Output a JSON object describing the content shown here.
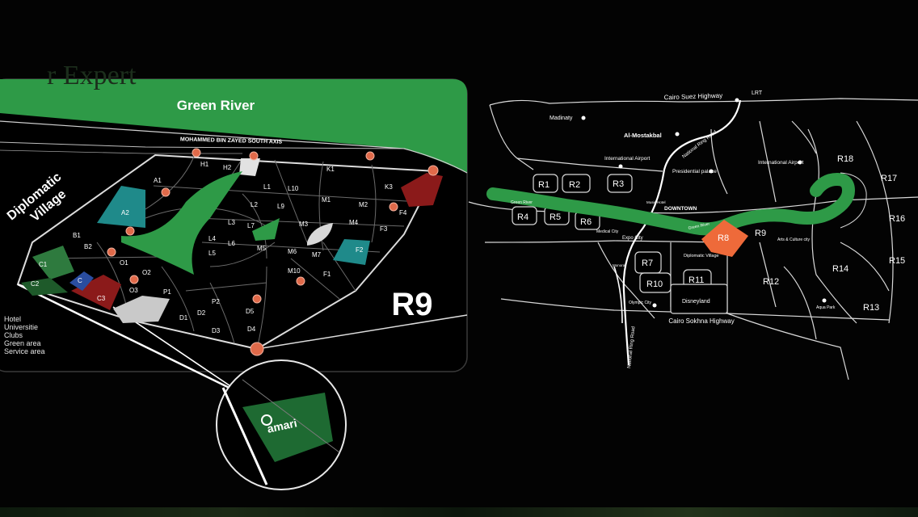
{
  "watermark": "r Expert",
  "left_map": {
    "title": "Green River",
    "road": "MOHAMMED BIN ZAYED SOUTH AXIS",
    "district_label": "R9",
    "side_label_line1": "Diplomatic",
    "side_label_line2": "Village",
    "plots": [
      "H1",
      "H2",
      "K1",
      "K3",
      "F4",
      "A1",
      "A2",
      "L1",
      "L10",
      "M1",
      "M2",
      "L2",
      "L9",
      "L3",
      "L7",
      "M3",
      "M4",
      "F3",
      "L4",
      "L6",
      "M5",
      "M6",
      "M7",
      "F2",
      "L5",
      "B1",
      "B2",
      "C1",
      "C",
      "C2",
      "C3",
      "O1",
      "O2",
      "O3",
      "P1",
      "M10",
      "F1",
      "P2",
      "D5",
      "D1",
      "D2",
      "D3",
      "D4"
    ],
    "legend": [
      "Hotel",
      "Universitie",
      "Clubs",
      "Green area",
      "Service area"
    ],
    "callout_brand": "amari",
    "colors": {
      "green": "#2e9a47",
      "teal": "#1f8a8a",
      "red": "#8b1a1a",
      "node": "#e06a4a",
      "panel": "#000000"
    }
  },
  "right_map": {
    "roads": [
      "Cairo Suez Highway",
      "LRT",
      "National Ring Road",
      "Cairo Sokhna Highway",
      "Green River",
      "Green River"
    ],
    "places": [
      "Madinaty",
      "Al-Mostakbal",
      "International Airport",
      "Presidential palace",
      "International Airport",
      "Music Hotel",
      "DOWNTOWN",
      "Medical City",
      "Expo City",
      "Diplomatic Village",
      "Arts & Culture city",
      "Monorail",
      "Olympic City",
      "Disneyland",
      "Aqua Park"
    ],
    "districts": [
      "R1",
      "R2",
      "R3",
      "R4",
      "R5",
      "R6",
      "R7",
      "R8",
      "R9",
      "R10",
      "R11",
      "R12",
      "R13",
      "R14",
      "R15",
      "R16",
      "R17",
      "R18"
    ],
    "highlight_district": "R8",
    "highlight_color": "#ee6a3a"
  }
}
